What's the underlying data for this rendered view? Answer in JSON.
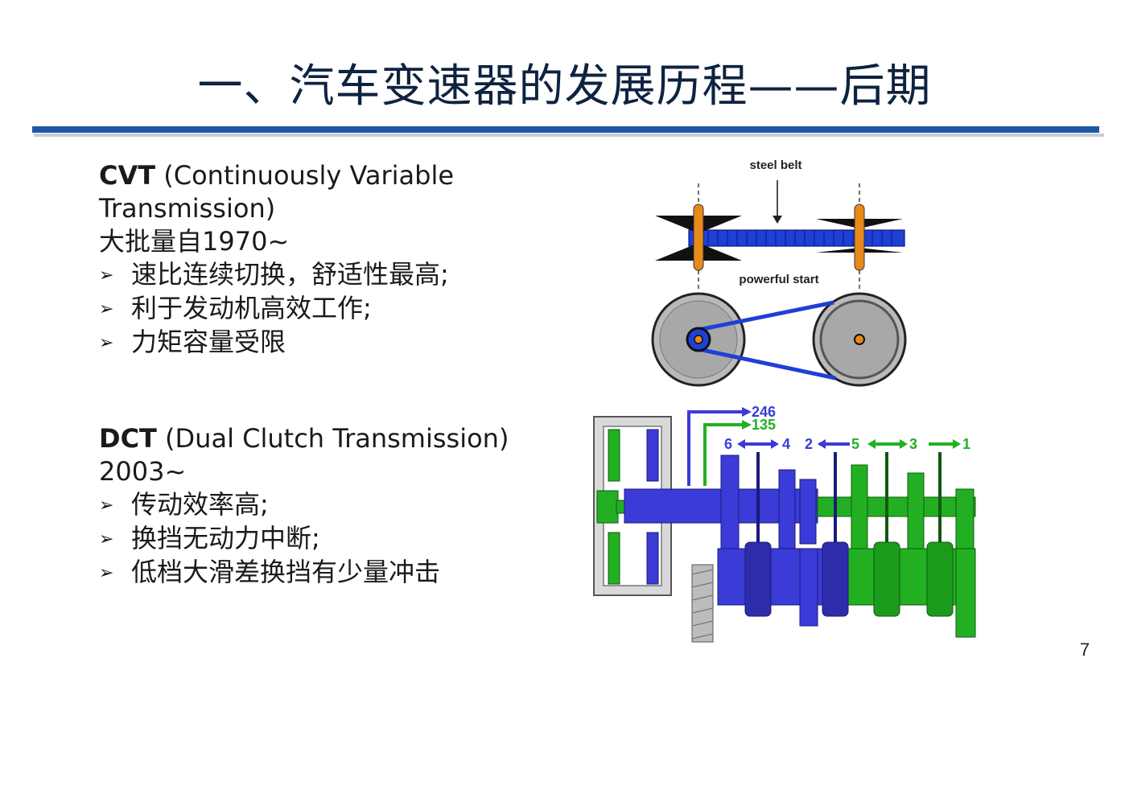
{
  "slide": {
    "title": "一、汽车变速器的发展历程——后期",
    "page_number": "7"
  },
  "cvt": {
    "name": "CVT",
    "full_name_part1": "(Continuously Variable",
    "full_name_part2": "Transmission)",
    "year": "大批量自1970~",
    "bullets": [
      "速比连续切换，舒适性最高;",
      "利于发动机高效工作;",
      "力矩容量受限"
    ]
  },
  "dct": {
    "name": "DCT",
    "full_name": "(Dual Clutch Transmission)",
    "year": "2003~",
    "bullets": [
      "传动效率高;",
      "换挡无动力中断;",
      "低档大滑差换挡有少量冲击"
    ]
  },
  "cvt_figure": {
    "label_top": "steel belt",
    "label_mid": "powerful start",
    "colors": {
      "belt": "#1f3fd6",
      "pulley": "#1a1a1a",
      "disc": "#b9b9b9",
      "hub": "#e88a1a"
    }
  },
  "dct_figure": {
    "shaft_even": "246",
    "shaft_odd": "135",
    "gear_6": "6",
    "gear_4": "4",
    "gear_2": "2",
    "gear_5": "5",
    "gear_3": "3",
    "gear_1": "1",
    "colors": {
      "even": "#3b3bd8",
      "odd": "#22b022",
      "housing": "#9a9a9a"
    }
  }
}
